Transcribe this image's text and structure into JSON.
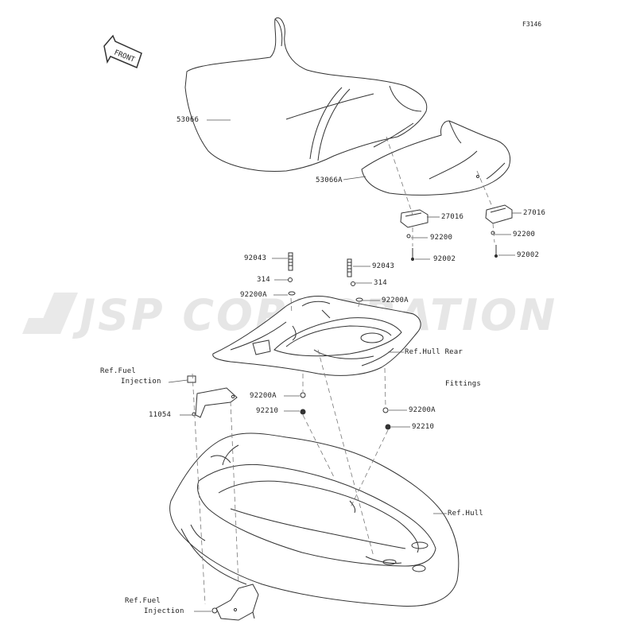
{
  "figure_id": "F3146",
  "front_label": "FRONT",
  "watermark": "JSP CORPORATION",
  "labels": {
    "l_53066": "53066",
    "l_53066a": "53066A",
    "l_27016_a": "27016",
    "l_27016_b": "27016",
    "l_92200_a": "92200",
    "l_92200_b": "92200",
    "l_92002_a": "92002",
    "l_92002_b": "92002",
    "l_92043_a": "92043",
    "l_92043_b": "92043",
    "l_314_a": "314",
    "l_314_b": "314",
    "l_92200a_a": "92200A",
    "l_92200a_b": "92200A",
    "l_92200a_c": "92200A",
    "l_92200a_d": "92200A",
    "l_92210_a": "92210",
    "l_92210_b": "92210",
    "l_11054": "11054",
    "ref_fuel_1_line1": "Ref.Fuel",
    "ref_fuel_1_line2": "Injection",
    "ref_fuel_2_line1": "Ref.Fuel",
    "ref_fuel_2_line2": "Injection",
    "ref_hull_rear_line1": "Ref.Hull Rear",
    "ref_hull_rear_line2": "Fittings",
    "ref_hull": "Ref.Hull"
  }
}
